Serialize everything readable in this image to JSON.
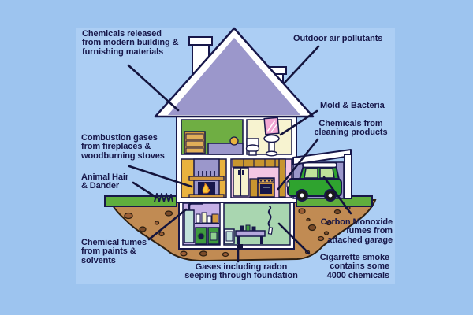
{
  "figure": {
    "type": "indoor-air-pollution-sources-house-diagram",
    "colors": {
      "background_outer": "#9dc4ef",
      "background_inner": "#accef4",
      "outline_and_text": "#17174a",
      "roof_purple": "#9b97cb",
      "bedroom_green": "#6fae43",
      "bathroom_cream": "#f7f3d0",
      "living_room_gold": "#e9b23e",
      "kitchen_pink": "#f3c6e4",
      "cabinet_gold": "#c8952f",
      "basement_lavender": "#c5b0e6",
      "basement_green": "#a9d6b0",
      "grass_green": "#5fae3d",
      "dirt_brown": "#c18b53",
      "car_green": "#2fa32f"
    },
    "labels": [
      {
        "id": "building-materials",
        "text": "Chemicals released\nfrom modern building &\nfurnishing materials"
      },
      {
        "id": "outdoor-air",
        "text": "Outdoor air pollutants"
      },
      {
        "id": "mold-bacteria",
        "text": "Mold & Bacteria"
      },
      {
        "id": "cleaning-products",
        "text": "Chemicals from\ncleaning products"
      },
      {
        "id": "combustion-gases",
        "text": "Combustion gases\nfrom fireplaces &\nwoodburning stoves"
      },
      {
        "id": "animal-hair",
        "text": "Animal Hair\n& Dander"
      },
      {
        "id": "chemical-fumes",
        "text": "Chemical fumes\nfrom paints &\nsolvents"
      },
      {
        "id": "radon",
        "text": "Gases including radon\nseeping through foundation"
      },
      {
        "id": "carbon-monoxide",
        "text": "Carbon Monoxide\nfumes from\nattached garage"
      },
      {
        "id": "cigarette-smoke",
        "text": "Cigarrette smoke\ncontains some\n4000 chemicals"
      }
    ]
  }
}
